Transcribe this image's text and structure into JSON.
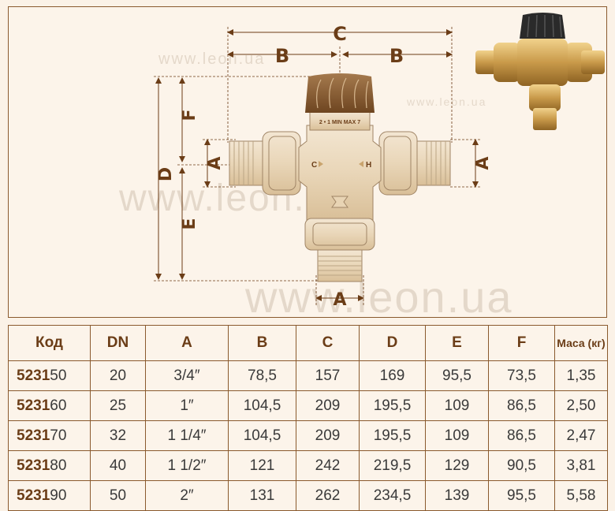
{
  "watermark": "www.leon.ua",
  "dimensions": {
    "C": "C",
    "B_left": "B",
    "B_right": "B",
    "D": "D",
    "F": "F",
    "E": "E",
    "A_left": "A",
    "A_right": "A",
    "A_bottom": "A"
  },
  "valve": {
    "knob_scale": "2 • 1 MIN MAX 7",
    "port_cold": "C",
    "port_hot": "H"
  },
  "table": {
    "headers": [
      "Код",
      "DN",
      "A",
      "B",
      "C",
      "D",
      "E",
      "F",
      "Маса (кг)"
    ],
    "rows": [
      {
        "code_prefix": "5231",
        "code_suffix": "50",
        "dn": "20",
        "a": "3/4″",
        "b": "78,5",
        "c": "157",
        "d": "169",
        "e": "95,5",
        "f": "73,5",
        "mass": "1,35"
      },
      {
        "code_prefix": "5231",
        "code_suffix": "60",
        "dn": "25",
        "a": "1″",
        "b": "104,5",
        "c": "209",
        "d": "195,5",
        "e": "109",
        "f": "86,5",
        "mass": "2,50"
      },
      {
        "code_prefix": "5231",
        "code_suffix": "70",
        "dn": "32",
        "a": "1 1/4″",
        "b": "104,5",
        "c": "209",
        "d": "195,5",
        "e": "109",
        "f": "86,5",
        "mass": "2,47"
      },
      {
        "code_prefix": "5231",
        "code_suffix": "80",
        "dn": "40",
        "a": "1 1/2″",
        "b": "121",
        "c": "242",
        "d": "219,5",
        "e": "129",
        "f": "90,5",
        "mass": "3,81"
      },
      {
        "code_prefix": "5231",
        "code_suffix": "90",
        "dn": "50",
        "a": "2″",
        "b": "131",
        "c": "262",
        "d": "234,5",
        "e": "139",
        "f": "95,5",
        "mass": "5,58"
      }
    ]
  },
  "colors": {
    "brand_brown": "#6b3d17",
    "border": "#8a5a2e",
    "background": "#fbf2e7",
    "brass": "#c9a064"
  }
}
